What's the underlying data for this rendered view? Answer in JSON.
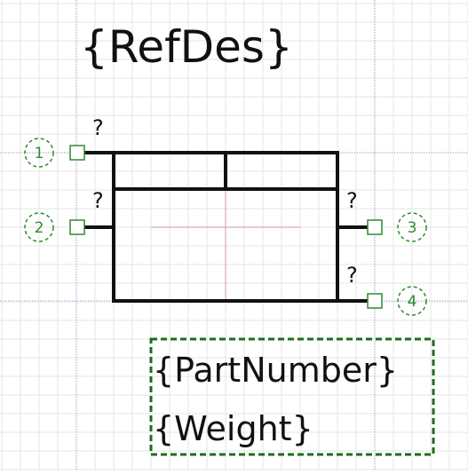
{
  "symbol": {
    "refdes": "{RefDes}",
    "part_number": "{PartNumber}",
    "weight": "{Weight}",
    "pins": [
      {
        "number": "1",
        "label": "?"
      },
      {
        "number": "2",
        "label": "?"
      },
      {
        "number": "3",
        "label": "?"
      },
      {
        "number": "4",
        "label": "?"
      }
    ]
  },
  "colors": {
    "background": "#ffffff",
    "grid_minor": "#e6e6e6",
    "grid_major": "#9a9acf",
    "body": "#111111",
    "pin": "#2e8b2e",
    "attribute_box": "#1f6b1f",
    "origin_cross": "#c89a9a"
  }
}
